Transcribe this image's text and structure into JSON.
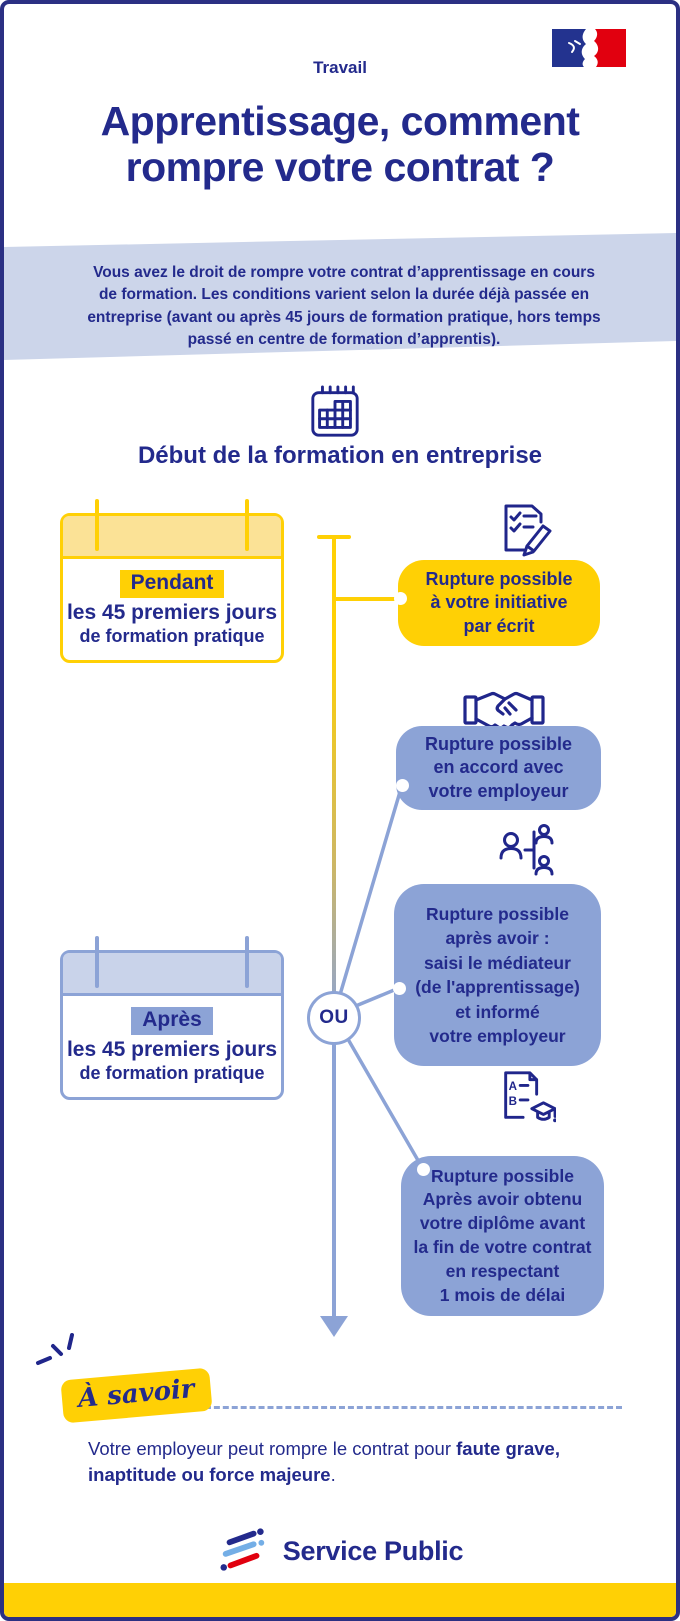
{
  "page": {
    "ministry": "Travail",
    "title": "Apprentissage, comment\nrompre votre contrat ?",
    "intro": "Vous avez le droit de rompre votre contrat d’apprentissage en cours de formation. Les conditions varient selon la durée déjà passée en entreprise (avant ou après 45 jours de formation pratique, hors temps passé en centre de formation d’apprentis).",
    "section_title": "Début de la formation en entreprise"
  },
  "icons": {
    "header_logo": "french-republic-flag-logo",
    "section": "calendar-grid-icon",
    "outcome_written": "checklist-pencil-icon",
    "outcome_agreement": "handshake-icon",
    "outcome_mediator": "mediator-people-icon",
    "outcome_diploma": "diploma-graduation-icon",
    "footer_mark": "service-public-mark",
    "note_sparks": "emphasis-sparks-icon"
  },
  "periods": {
    "during": {
      "highlight": "Pendant",
      "line1": "les 45 premiers jours",
      "line2": "de formation pratique"
    },
    "after": {
      "highlight": "Après",
      "line1": "les 45 premiers jours",
      "line2": "de formation pratique"
    }
  },
  "connector": {
    "or_label": "OU"
  },
  "outcomes": [
    {
      "id": "written",
      "icon": "checklist-pencil-icon",
      "text": "Rupture possible\nà votre initiative\npar écrit"
    },
    {
      "id": "agreement",
      "icon": "handshake-icon",
      "text": "Rupture possible\nen accord avec\nvotre employeur"
    },
    {
      "id": "mediator",
      "icon": "mediator-people-icon",
      "text": "Rupture possible\naprès avoir :\nsaisi le médiateur\n(de l'apprentissage)\net informé\nvotre employeur"
    },
    {
      "id": "diploma",
      "icon": "diploma-graduation-icon",
      "text": "Rupture possible\nAprès avoir obtenu\nvotre diplôme avant\nla fin de votre contrat\nen respectant\n1 mois de délai"
    }
  ],
  "note": {
    "badge_label": "À savoir",
    "text_regular": "Votre employeur peut rompre le contrat pour ",
    "text_bold": "faute grave, inaptitude ou force majeure",
    "text_period": "."
  },
  "footer": {
    "brand": "Service Public"
  },
  "colors": {
    "navy": "#232a8c",
    "yellow": "#ffd005",
    "light_yellow": "#fbe296",
    "periwinkle": "#8ca3d6",
    "light_periwinkle": "#c9d3ea",
    "intro_band": "#ccd5ea",
    "red": "#e1000f",
    "light_blue": "#74aee6"
  }
}
